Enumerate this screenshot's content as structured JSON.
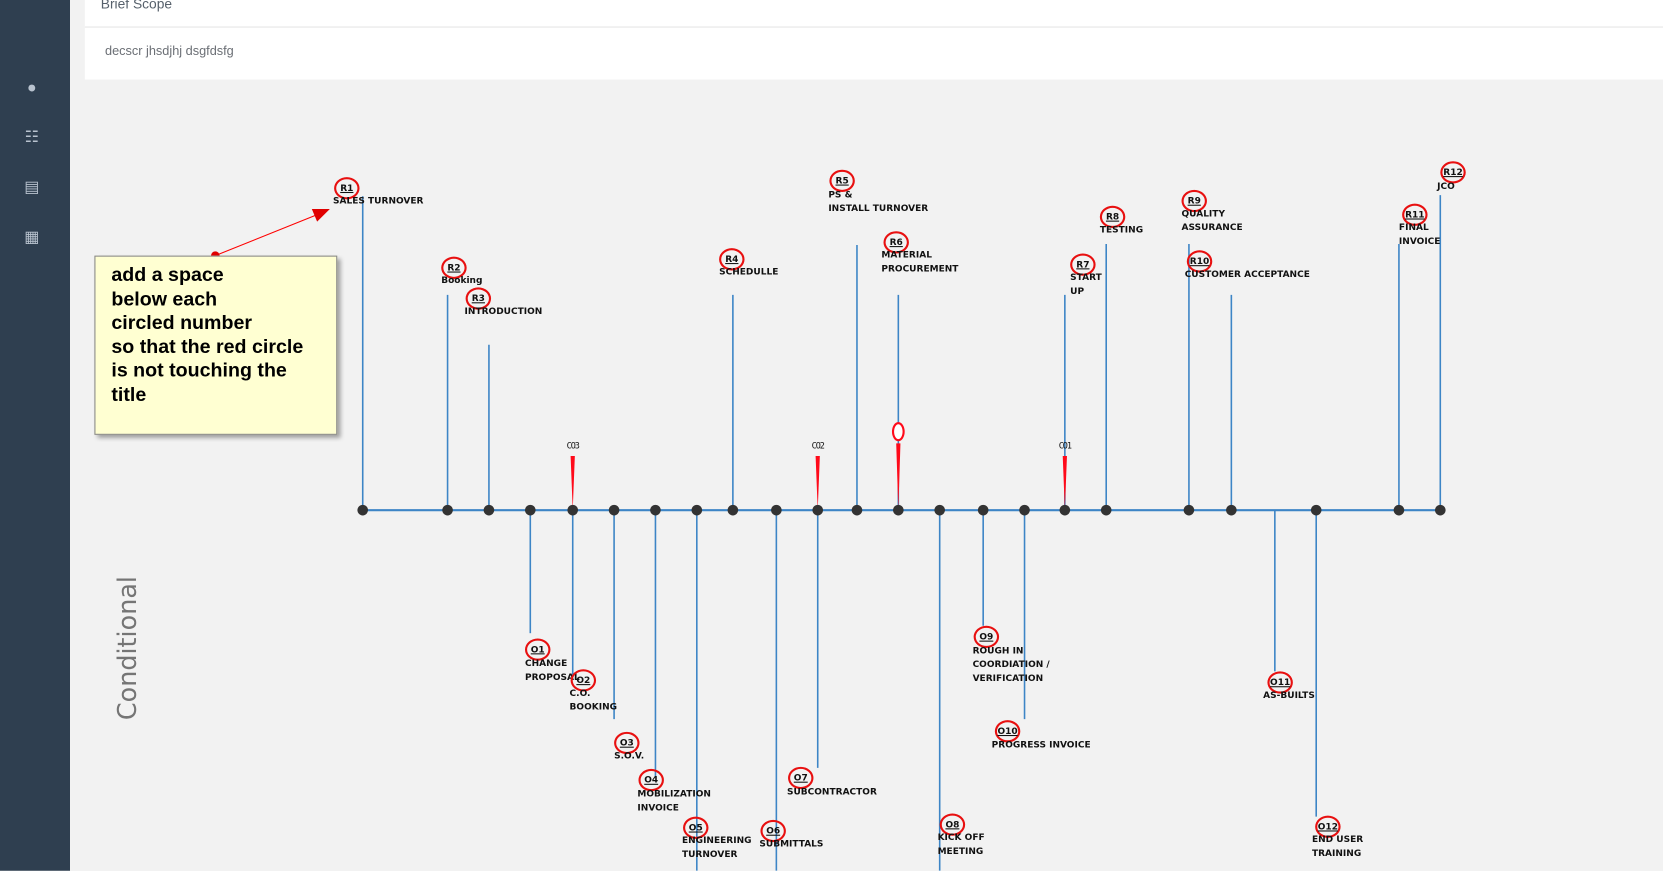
{
  "panel": {
    "title": "Brief Scope",
    "description": "decscr jhsdjhj dsgfdsfg"
  },
  "sidebar": {
    "icons": [
      "user-icon",
      "org-chart-icon",
      "archive-icon",
      "table-icon"
    ]
  },
  "side_label": "Conditional",
  "note": {
    "lines": [
      "add a space",
      "below each",
      "circled number",
      "so that the red circle",
      "is not touching the",
      "title"
    ]
  },
  "colors": {
    "line": "#3d85c6",
    "dot": "#333333",
    "ring": "#e81010",
    "spike": "#ff0a1a",
    "note_bg": "#ffffd2",
    "sidebar": "#2f3f50"
  },
  "required": [
    {
      "id": "R1",
      "lines": [
        "SALES TURNOVER"
      ]
    },
    {
      "id": "R2",
      "lines": [
        "Booking"
      ]
    },
    {
      "id": "R3",
      "lines": [
        "INTRODUCTION"
      ]
    },
    {
      "id": "R4",
      "lines": [
        "SCHEDULLE"
      ]
    },
    {
      "id": "R5",
      "lines": [
        "PS &",
        "INSTALL TURNOVER"
      ]
    },
    {
      "id": "R6",
      "lines": [
        "MATERIAL",
        "PROCUREMENT"
      ]
    },
    {
      "id": "R7",
      "lines": [
        "START",
        "UP"
      ]
    },
    {
      "id": "R8",
      "lines": [
        "TESTING"
      ]
    },
    {
      "id": "R9",
      "lines": [
        "QUALITY",
        "ASSURANCE"
      ]
    },
    {
      "id": "R10",
      "lines": [
        "CUSTOMER ACCEPTANCE"
      ]
    },
    {
      "id": "R11",
      "lines": [
        "FINAL",
        "INVOICE"
      ]
    },
    {
      "id": "R12",
      "lines": [
        "JCO"
      ]
    }
  ],
  "optional": [
    {
      "id": "O1",
      "lines": [
        "CHANGE",
        "PROPOSAL"
      ]
    },
    {
      "id": "O2",
      "lines": [
        "C.O.",
        "BOOKING"
      ]
    },
    {
      "id": "O3",
      "lines": [
        "S.O.V."
      ]
    },
    {
      "id": "O4",
      "lines": [
        "MOBILIZATION",
        "INVOICE"
      ]
    },
    {
      "id": "O5",
      "lines": [
        "ENGINEERING",
        "TURNOVER"
      ]
    },
    {
      "id": "O6",
      "lines": [
        "SUBMITTALS"
      ]
    },
    {
      "id": "O7",
      "lines": [
        "SUBCONTRACTOR"
      ]
    },
    {
      "id": "O8",
      "lines": [
        "KICK OFF",
        "MEETING"
      ]
    },
    {
      "id": "O9",
      "lines": [
        "ROUGH IN",
        "COORDIATION /",
        "VERIFICATION"
      ]
    },
    {
      "id": "O10",
      "lines": [
        "PROGRESS INVOICE"
      ]
    },
    {
      "id": "O11",
      "lines": [
        "AS-BUILTS"
      ]
    },
    {
      "id": "O12",
      "lines": [
        "END USER",
        "TRAINING"
      ]
    }
  ],
  "change_orders": [
    "CO3",
    "CO2",
    "CO1"
  ]
}
